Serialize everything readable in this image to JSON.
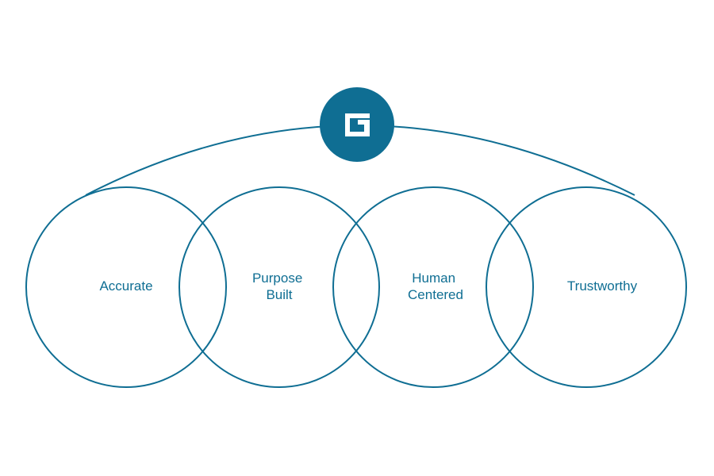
{
  "colors": {
    "accent": "#0f6e93",
    "logo_fill": "#ffffff",
    "background": "#ffffff"
  },
  "logo": {
    "icon": "g-logo-icon"
  },
  "circles": [
    {
      "label_lines": [
        "Accurate"
      ]
    },
    {
      "label_lines": [
        "Purpose",
        "Built"
      ]
    },
    {
      "label_lines": [
        "Human",
        "Centered"
      ]
    },
    {
      "label_lines": [
        "Trustworthy"
      ]
    }
  ]
}
